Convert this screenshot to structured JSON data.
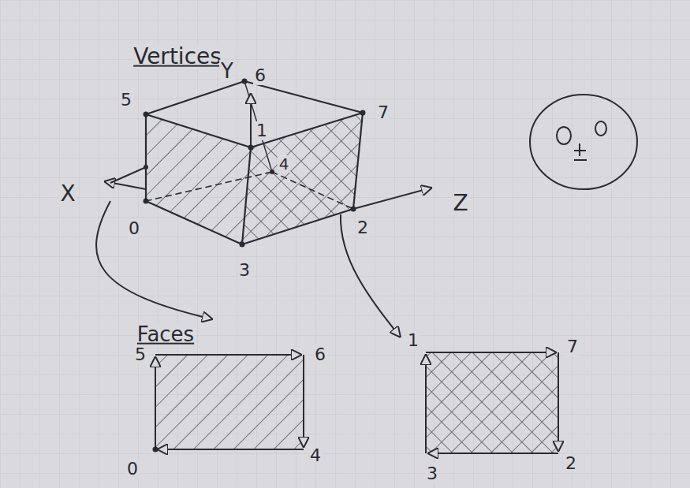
{
  "diagram": {
    "labels": [
      "Vertices",
      "Y",
      "6",
      "5",
      "7",
      "1",
      "4",
      "X",
      "Z",
      "0",
      "2",
      "3",
      "Faces",
      "5",
      "6",
      "4",
      "0",
      "1",
      "7",
      "2",
      "3"
    ]
  }
}
